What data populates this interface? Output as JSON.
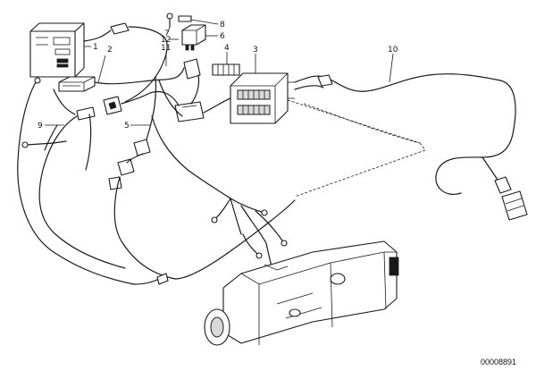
{
  "callouts": {
    "c1": "1",
    "c2": "2",
    "c3": "3",
    "c4": "4",
    "c5": "5",
    "c6": "6",
    "c7": "7",
    "c8": "8",
    "c9": "9",
    "c10": "10",
    "c11": "11",
    "c12": "12"
  },
  "document_id": "00008891"
}
